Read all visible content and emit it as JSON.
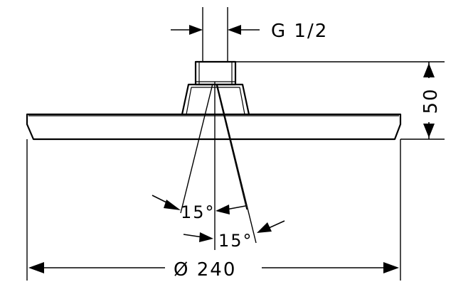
{
  "drawing": {
    "thread_label": "G 1/2",
    "height_label": "50",
    "diameter_label": "Ø 240",
    "angle_label_upper": "15°",
    "angle_label_lower": "15°"
  },
  "colors": {
    "line": "#000000",
    "background": "#ffffff"
  }
}
